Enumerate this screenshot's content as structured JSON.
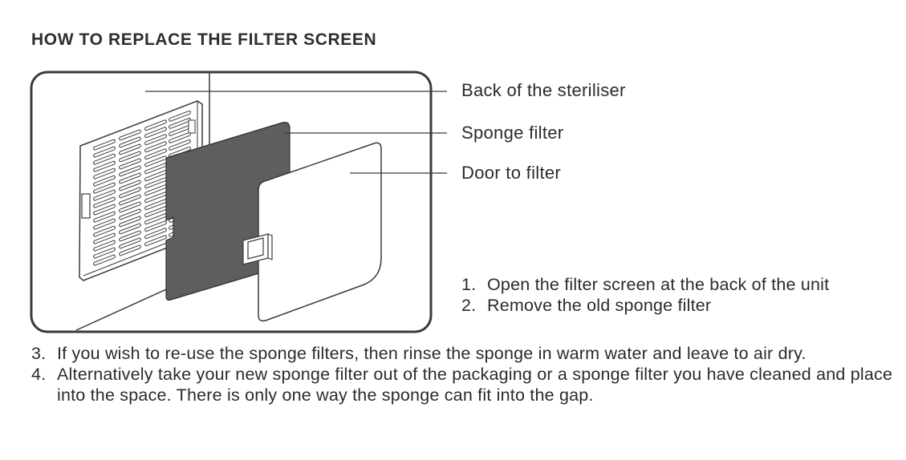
{
  "title": "HOW TO REPLACE THE FILTER SCREEN",
  "diagram": {
    "callouts": [
      {
        "label": "Back of the steriliser"
      },
      {
        "label": "Sponge filter"
      },
      {
        "label": "Door to filter"
      }
    ]
  },
  "steps_upper": [
    {
      "number": "1.",
      "text": "Open the filter screen at the back of the unit"
    },
    {
      "number": "2.",
      "text": "Remove the old sponge filter"
    }
  ],
  "steps_lower": [
    {
      "number": "3.",
      "text": "If you wish to re-use the sponge filters, then rinse the sponge in warm water and leave to air dry."
    },
    {
      "number": "4.",
      "text": "Alternatively take your new sponge filter out of the packaging or a sponge filter you have cleaned and place into the space. There is only one way the sponge can fit into the gap."
    }
  ],
  "colors": {
    "text": "#2b2b2b",
    "sponge": "#5e5e5e",
    "outline": "#3a3a3a"
  }
}
